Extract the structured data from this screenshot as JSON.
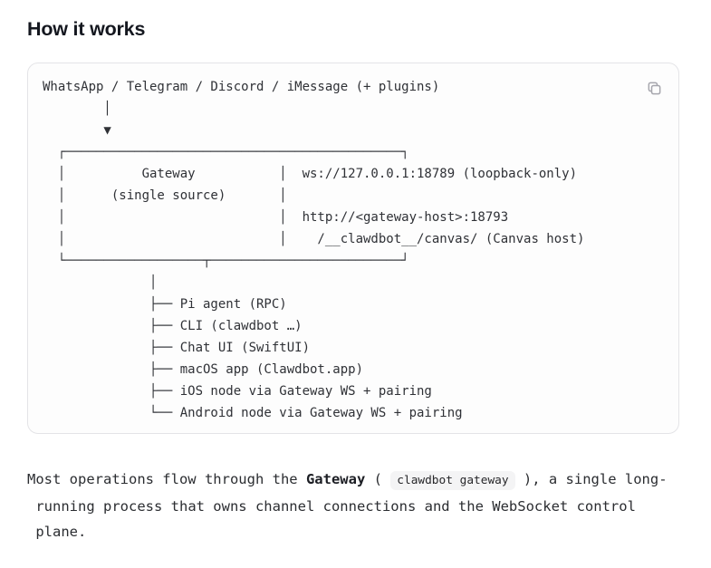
{
  "page": {
    "title": "How it works"
  },
  "code_block": {
    "ascii": "WhatsApp / Telegram / Discord / iMessage (+ plugins)\n        │\n        ▼\n  ┌────────────────────────────────────────────┐\n  │          Gateway           │  ws://127.0.0.1:18789 (loopback-only)\n  │      (single source)       │\n  │                            │  http://<gateway-host>:18793\n  │                            │    /__clawdbot__/canvas/ (Canvas host)\n  └──────────────────┬─────────────────────────┘\n              │\n              ├── Pi agent (RPC)\n              ├── CLI (clawdbot …)\n              ├── Chat UI (SwiftUI)\n              ├── macOS app (Clawdbot.app)\n              ├── iOS node via Gateway WS + pairing\n              └── Android node via Gateway WS + pairing",
    "copy_icon": "copy-icon"
  },
  "paragraph": {
    "segments": [
      {
        "style": "normal",
        "text": "Most operations flow through the "
      },
      {
        "style": "bold",
        "text": "Gateway"
      },
      {
        "style": "normal",
        "text": " ( "
      },
      {
        "style": "code",
        "text": "clawdbot gateway"
      },
      {
        "style": "normal",
        "text": " ), a single long-\n running process that owns channel connections and the WebSocket control\n plane."
      }
    ]
  },
  "colors": {
    "page_background": "#ffffff",
    "title_text": "#14171f",
    "code_block_background": "#fdfdfd",
    "code_block_border": "#e4e4e7",
    "code_text": "#2f3136",
    "body_text": "#2b2d31",
    "inline_code_background": "#f4f4f5",
    "copy_icon": "#a6a6ad"
  }
}
